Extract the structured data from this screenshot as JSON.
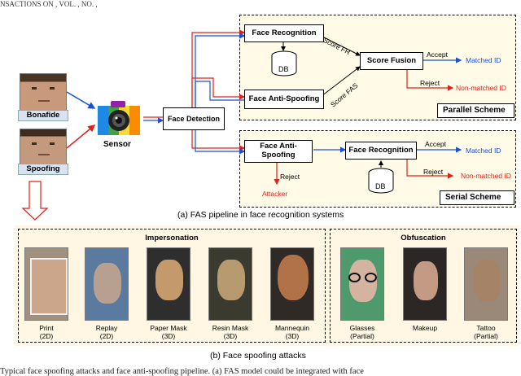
{
  "header_text": "NSACTIONS ON , VOL. , NO. ,",
  "inputs": {
    "bonafide": "Bonafide",
    "spoofing": "Spoofing",
    "sensor": "Sensor"
  },
  "boxes": {
    "face_detection": "Face Detection",
    "face_recognition_parallel": "Face Recognition",
    "face_anti_spoofing_parallel": "Face Anti-Spoofing",
    "score_fusion": "Score Fusion",
    "face_anti_spoofing_serial_line1": "Face Anti-",
    "face_anti_spoofing_serial_line2": "Spoofing",
    "face_recognition_serial": "Face Recognition",
    "db_parallel": "DB",
    "db_serial": "DB"
  },
  "labels": {
    "score_fr": "Score FR",
    "score_fas": "Score FAS",
    "accept_parallel": "Accept",
    "reject_parallel": "Reject",
    "matched_parallel": "Matched ID",
    "nonmatched_parallel": "Non-matched ID",
    "accept_serial": "Accept",
    "reject_serial": "Reject",
    "reject_fas": "Reject",
    "attacker": "Attacker",
    "matched_serial": "Matched ID",
    "nonmatched_serial": "Non-matched ID"
  },
  "schemes": {
    "parallel": "Parallel Scheme",
    "serial": "Serial Scheme"
  },
  "captions": {
    "a": "(a) FAS pipeline in face recognition systems",
    "b": "(b) Face spoofing attacks"
  },
  "attacks": {
    "impersonation_title": "Impersonation",
    "obfuscation_title": "Obfuscation",
    "items": [
      {
        "line1": "Print",
        "line2": "(2D)"
      },
      {
        "line1": "Replay",
        "line2": "(2D)"
      },
      {
        "line1": "Paper Mask",
        "line2": "(3D)"
      },
      {
        "line1": "Resin Mask",
        "line2": "(3D)"
      },
      {
        "line1": "Mannequin",
        "line2": "(3D)"
      },
      {
        "line1": "Glasses",
        "line2": "(Partial)"
      },
      {
        "line1": "Makeup",
        "line2": ""
      },
      {
        "line1": "Tattoo",
        "line2": "(Partial)"
      }
    ]
  },
  "bottom_text": "Typical face spoofing attacks and face anti-spoofing pipeline. (a) FAS model could be integrated with face",
  "colors": {
    "blue": "#1a4fd6",
    "red": "#e0201b",
    "scheme_bg": "#fffbe6",
    "tag_bg": "#d8e3ef"
  }
}
